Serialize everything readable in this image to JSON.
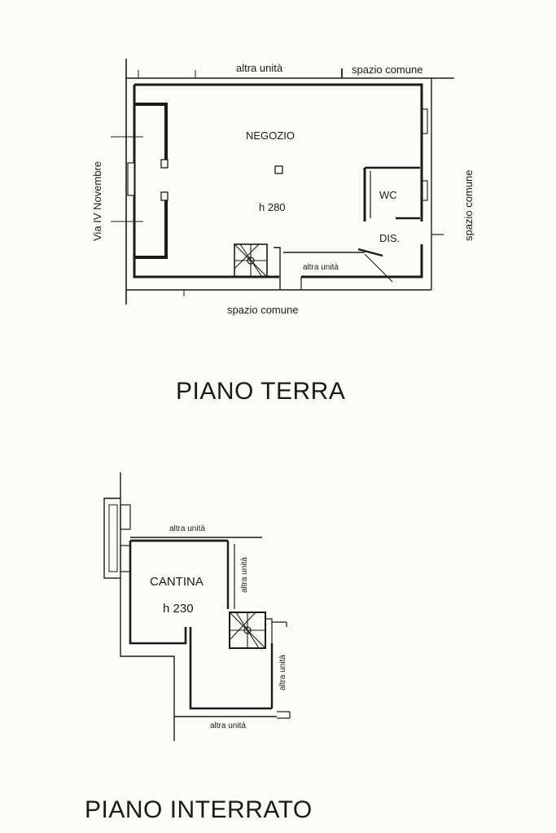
{
  "piano_terra": {
    "title": "PIANO TERRA",
    "labels": {
      "negozio": "NEGOZIO",
      "negozio_height": "h 280",
      "wc": "WC",
      "dis": "DIS.",
      "altra_unita_top": "altra unità",
      "spazio_comune_top": "spazio comune",
      "spazio_comune_right": "spazio comune",
      "spazio_comune_bottom": "spazio comune",
      "via": "Via IV Novembre",
      "altra_unita_inner": "altra unità"
    }
  },
  "piano_interrato": {
    "title": "PIANO INTERRATO",
    "labels": {
      "cantina": "CANTINA",
      "cantina_height": "h 230",
      "altra_unita_top": "altra unità",
      "altra_unita_side_1": "altra unità",
      "altra_unita_side_2": "altra unità",
      "altra_unita_bottom": "altra unità"
    }
  },
  "colors": {
    "ink": "#1a1a1a",
    "paper": "#fbfbfa"
  }
}
